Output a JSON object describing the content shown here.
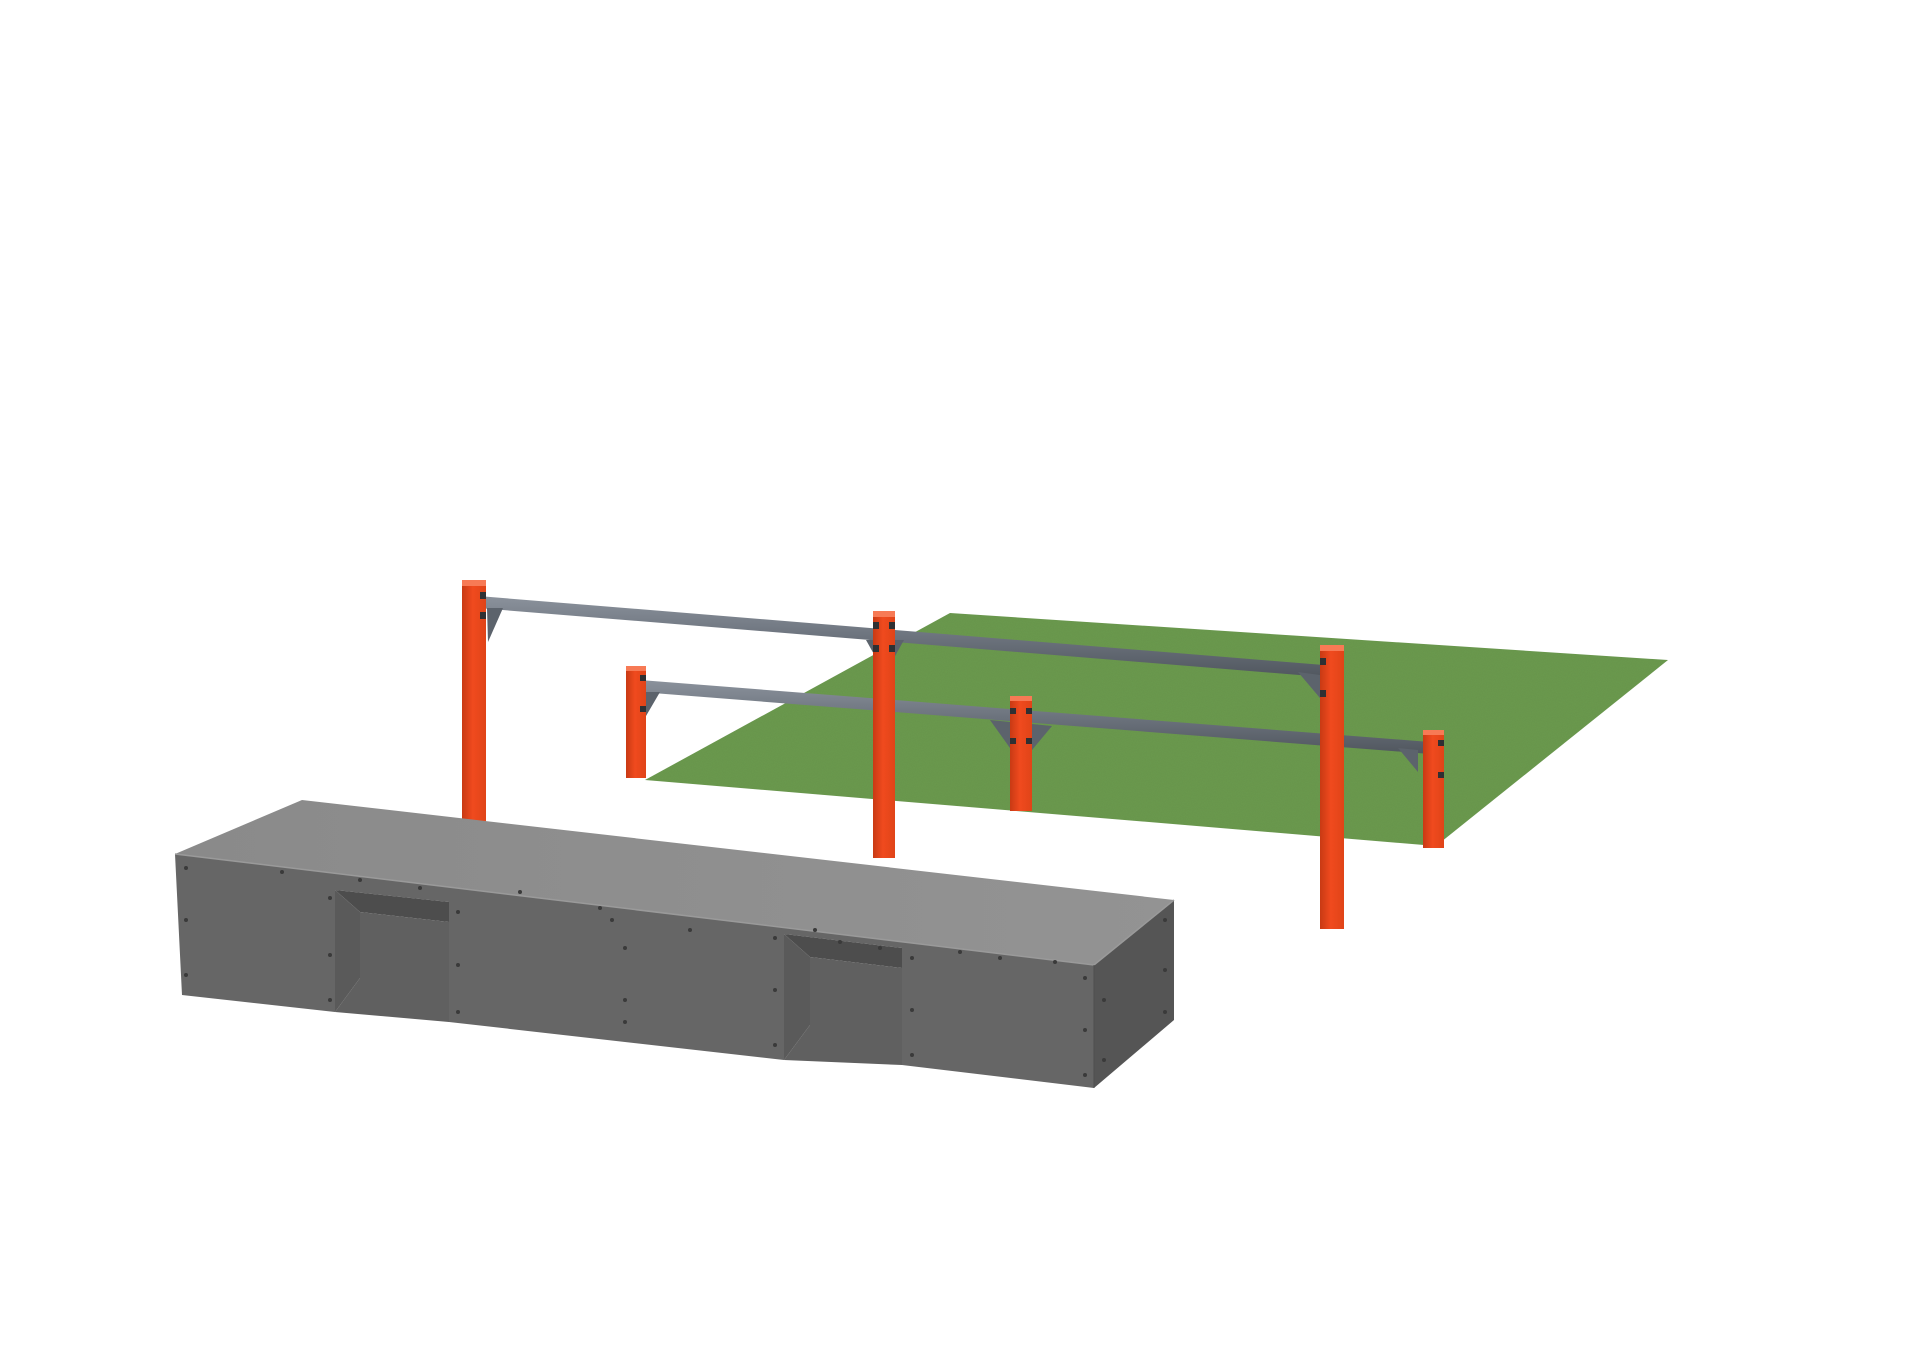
{
  "scene": {
    "subject": "parkour-training-equipment-render",
    "background_color": "#ffffff",
    "colors": {
      "turf": "#6b9a4e",
      "turf_edge": "#5d8a42",
      "post": "#f04a1e",
      "post_shade": "#c83a14",
      "post_cap": "#2f3033",
      "bar": "#6c737d",
      "bar_highlight": "#8b929c",
      "block_top": "#8e8e8e",
      "block_front": "#666666",
      "block_side": "#555555",
      "block_shadow": "#4a4a4a",
      "rivet": "#3a3a3a"
    },
    "objects": {
      "turf_mat": "artificial-grass-surface",
      "rail_set": "steel-bar-frame",
      "block": "vault-box-with-tunnels"
    }
  }
}
